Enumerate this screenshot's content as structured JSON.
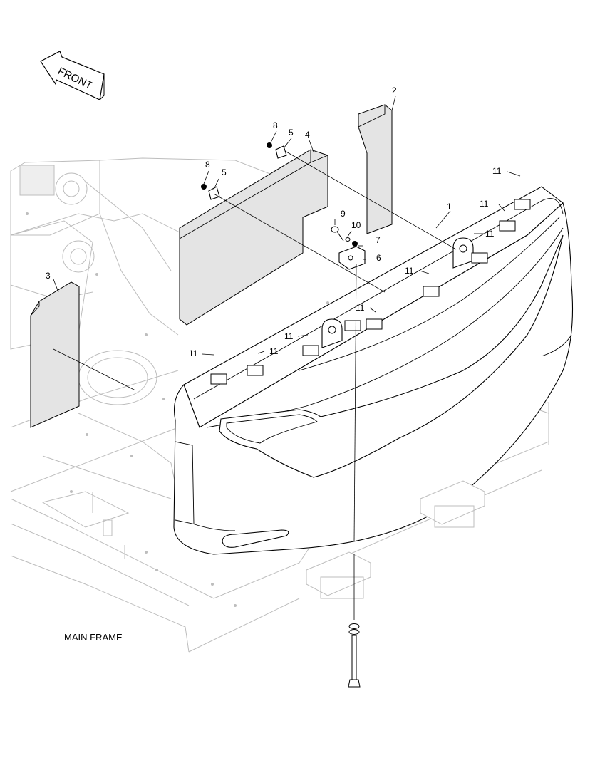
{
  "orientation_label": "FRONT",
  "frame_label": "MAIN FRAME",
  "callouts": {
    "c1": "1",
    "c2": "2",
    "c3": "3",
    "c4": "4",
    "c5a": "5",
    "c5b": "5",
    "c6": "6",
    "c7": "7",
    "c8a": "8",
    "c8b": "8",
    "c9": "9",
    "c10": "10",
    "c11a": "11",
    "c11b": "11",
    "c11c": "11",
    "c11d": "11",
    "c11e": "11",
    "c11f": "11",
    "c11g": "11",
    "c11h": "11"
  }
}
